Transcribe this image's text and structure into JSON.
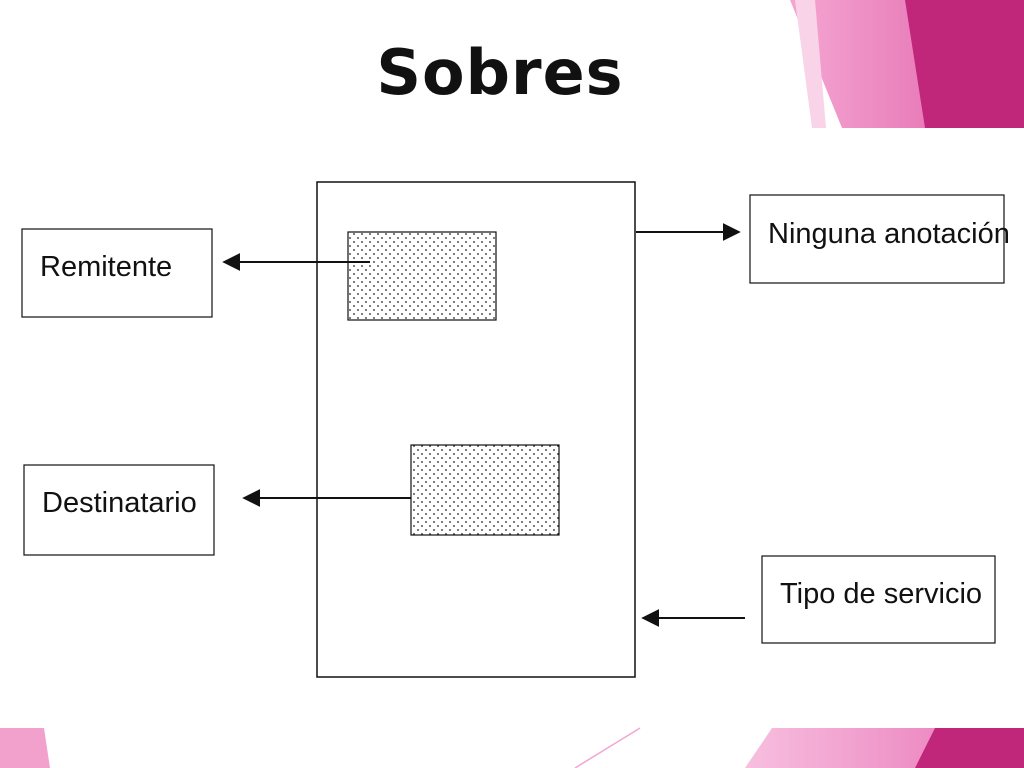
{
  "slide": {
    "title": "Sobres"
  },
  "diagram": {
    "labels": {
      "remitente": "Remitente",
      "destinatario": "Destinatario",
      "ninguna_anotacion": "Ninguna anotación",
      "tipo_servicio": "Tipo de servicio"
    }
  },
  "colors": {
    "accent_dark": "#c0267a",
    "accent_mid": "#e05fa8",
    "accent_light": "#f4a6d2",
    "line": "#111111"
  }
}
